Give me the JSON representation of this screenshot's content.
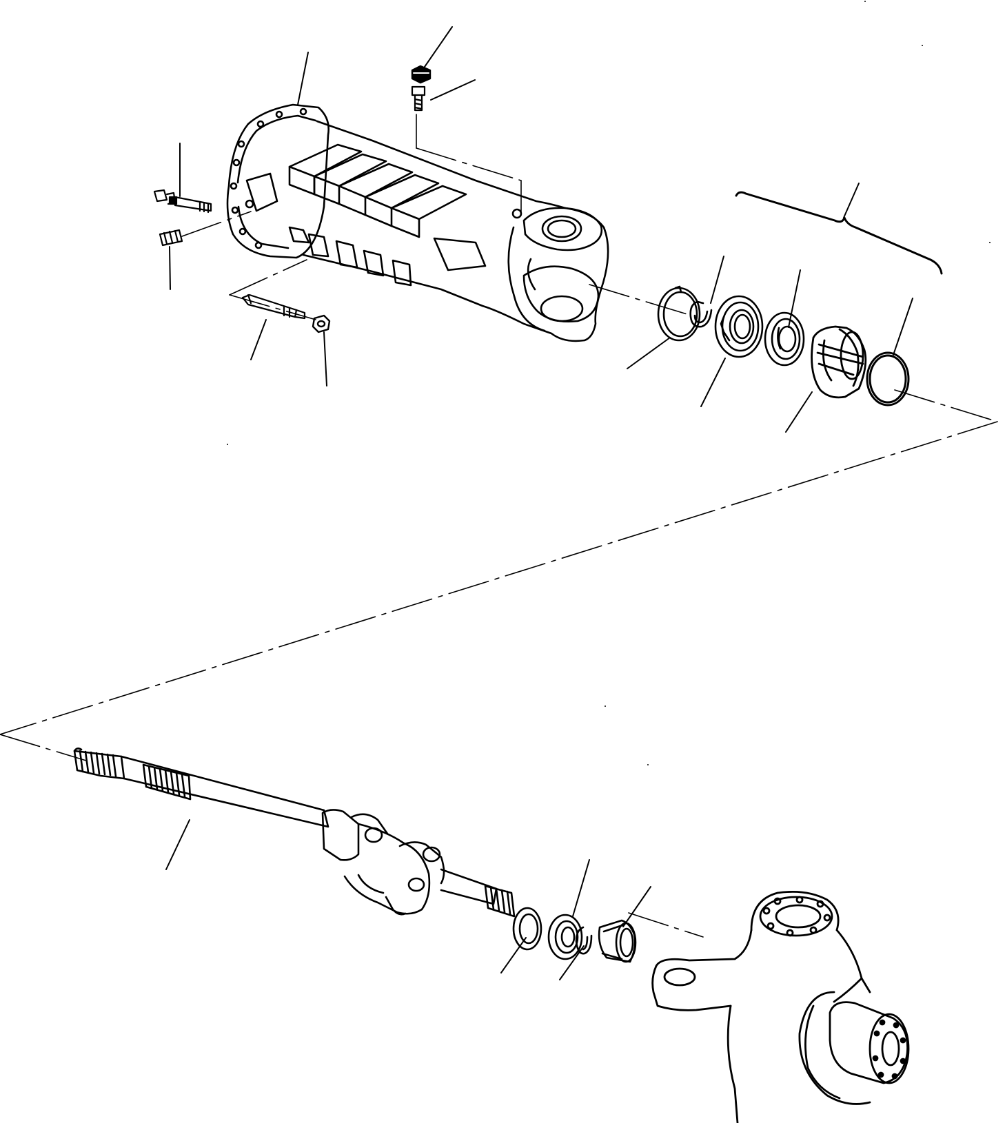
{
  "diagram": {
    "ink_color": "#000000",
    "paper_color": "#ffffff",
    "parts": [
      "axle-housing",
      "bolt",
      "nut",
      "stud",
      "plug",
      "pin",
      "pin-nut",
      "snap-ring",
      "circlip",
      "ball-bearing",
      "bearing-race",
      "bushing",
      "o-ring",
      "axle-shaft",
      "universal-joint",
      "washer",
      "seal",
      "circlip-small",
      "needle-bearing",
      "steering-knuckle"
    ]
  }
}
